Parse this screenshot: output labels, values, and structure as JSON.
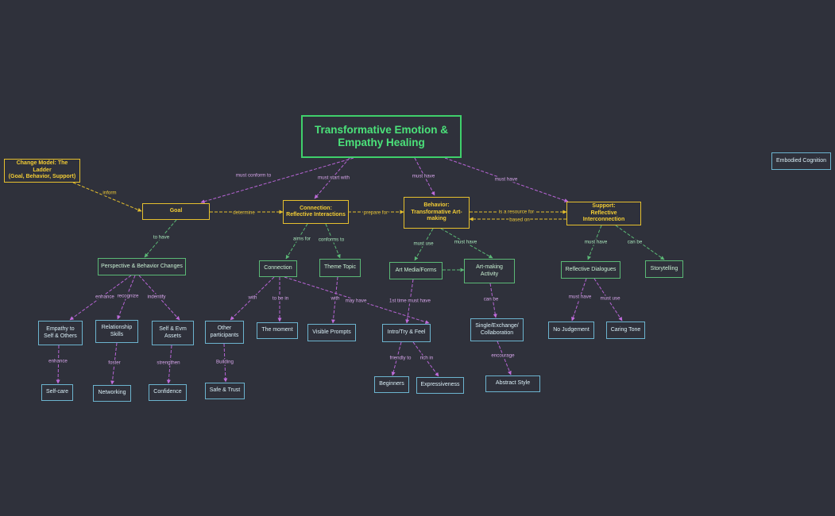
{
  "colors": {
    "background": "#2f313b",
    "gold": "#e6c02e",
    "green": "#5bb976",
    "blue": "#6cb4cf",
    "purple": "#b865d6",
    "title": "#3fd06b"
  },
  "nodes": {
    "title": "Transformative Emotion &\nEmpathy Healing",
    "change_model": "Change Model: The Ladder\n(Goal, Behavior, Support)",
    "embodied": "Embodied Cognition",
    "goal": "Goal",
    "connection_main": "Connection:\nReflective Interactions",
    "behavior": "Behavior:\nTransformative Art-\nmaking",
    "support": "Support:\nReflective Interconnection",
    "perspective": "Perspective & Behavior Changes",
    "connection": "Connection",
    "theme_topic": "Theme Topic",
    "art_media": "Art Media/Forms",
    "art_activity": "Art-making\nActivity",
    "reflective_dialogues": "Reflective Dialogues",
    "storytelling": "Storytelling",
    "empathy": "Empathy to\nSelf & Others",
    "relationship": "Relationship\nSkills",
    "assets": "Self & Evm\nAssets",
    "other_participants": "Other\nparticipants",
    "moment": "The moment",
    "visible_prompts": "Visible Prompts",
    "intro": "Intro/Try & Feel",
    "single": "Single/Exchange/\nCollaboration",
    "no_judgement": "No Judgement",
    "caring_tone": "Caring Tone",
    "self_care": "Self-care",
    "networking": "Networking",
    "confidence": "Confidence",
    "safe_trust": "Safe & Trust",
    "beginners": "Beginners",
    "expressiveness": "Expressiveness",
    "abstract": "Abstract Style"
  },
  "labels": {
    "must_conform_to": "must conform to",
    "must_start_with": "must start with",
    "must_have_1": "must have",
    "must_have_2": "must have",
    "inform": "inform",
    "determine": "determine",
    "prepare_for": "prepare for",
    "is_a_resource_for": "is a resource for",
    "based_on": "based on",
    "to_have": "to have",
    "aims_for": "aims for",
    "conforms_to": "conforms to",
    "must_use_1": "must use",
    "must_have_3": "must have",
    "must_have_4": "must have",
    "can_be_1": "can be",
    "enhance_1": "enhance",
    "recognize": "recognize",
    "indentify": "indentify",
    "with_1": "with",
    "to_be_in": "to be in",
    "with_2": "with",
    "may_have": "may have",
    "first_time": "1st time must have",
    "can_be_2": "can be",
    "must_have_5": "must have",
    "must_use_2": "must use",
    "enhance_2": "enhance",
    "foster": "foster",
    "strengthen": "strengthen",
    "building": "Building",
    "friendly_to": "friendly to",
    "rich_in": "rich in",
    "encourage": "encourage"
  }
}
